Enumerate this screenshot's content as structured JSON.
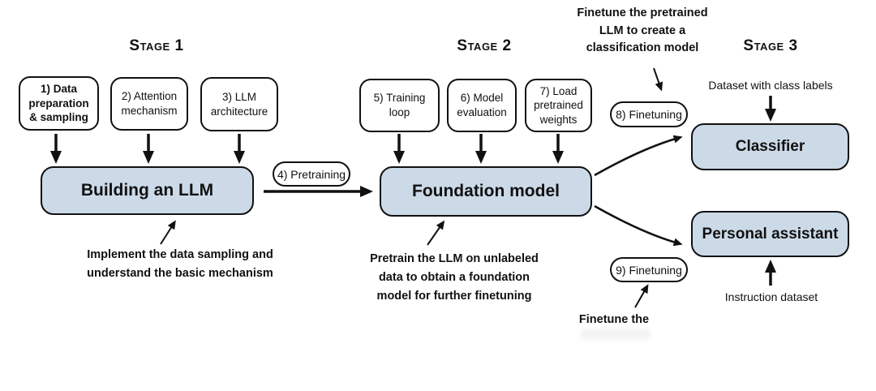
{
  "colors": {
    "main_box_fill": "#ccdae8",
    "border": "#111111",
    "background": "#ffffff"
  },
  "stage_headers": [
    {
      "label": "Stage 1"
    },
    {
      "label": "Stage 2"
    },
    {
      "label": "Stage 3"
    }
  ],
  "step_boxes": [
    {
      "label": "1) Data\npreparation\n& sampling"
    },
    {
      "label": "2) Attention\nmechanism"
    },
    {
      "label": "3) LLM\narchitecture"
    },
    {
      "label": "5) Training\nloop"
    },
    {
      "label": "6) Model\nevaluation"
    },
    {
      "label": "7) Load\npretrained\nweights"
    }
  ],
  "pills": [
    {
      "label": "4) Pretraining"
    },
    {
      "label": "8) Finetuning"
    },
    {
      "label": "9) Finetuning"
    }
  ],
  "main_boxes": [
    {
      "label": "Building an LLM"
    },
    {
      "label": "Foundation model"
    },
    {
      "label": "Classifier"
    },
    {
      "label": "Personal assistant"
    }
  ],
  "annotations": {
    "implement": "Implement the data sampling and\nunderstand the basic mechanism",
    "pretrain": "Pretrain the LLM on unlabeled\ndata to obtain a foundation\nmodel for further finetuning",
    "finetune_classification": "Finetune the pretrained\nLLM to create a\nclassification model",
    "finetune_partial": "Finetune the",
    "dataset_class_labels": "Dataset with class labels",
    "instruction_dataset": "Instruction dataset"
  }
}
